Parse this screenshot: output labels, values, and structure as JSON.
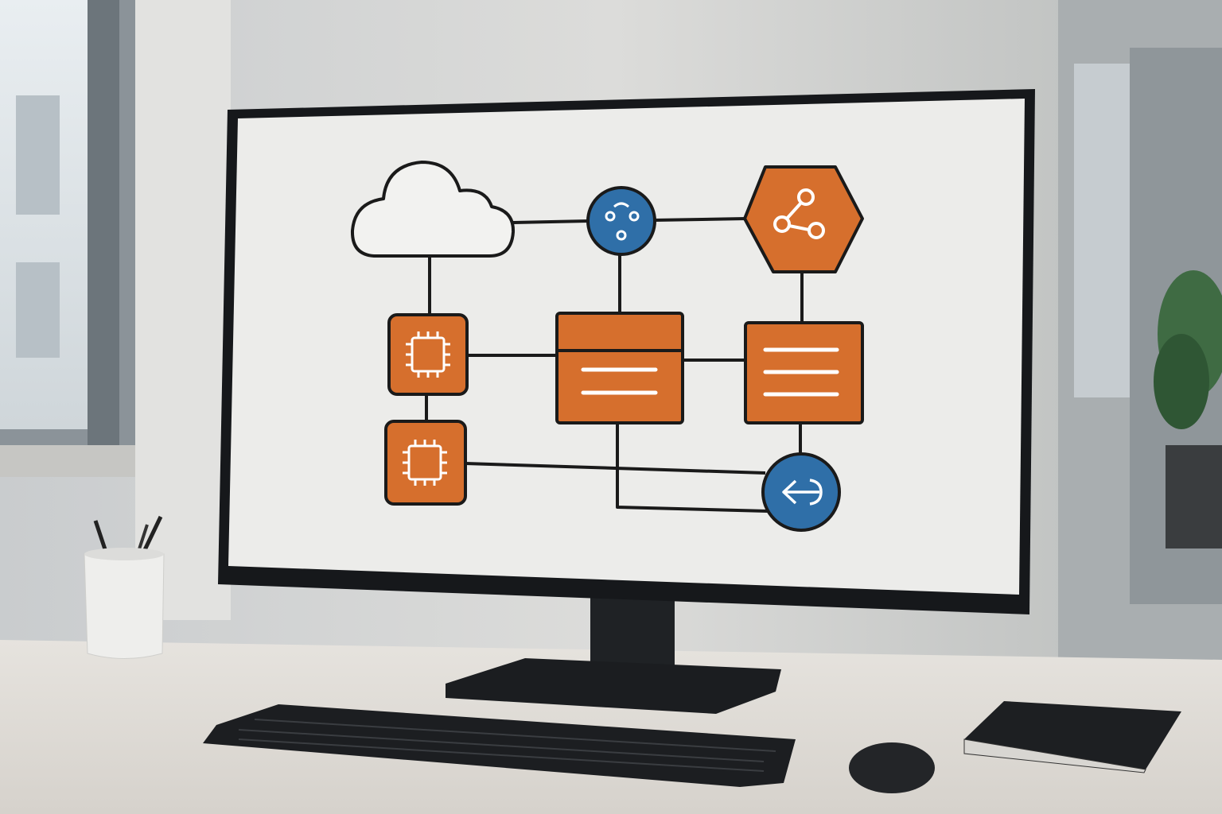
{
  "scene": {
    "description_tags": [
      "desk",
      "monitor",
      "keyboard",
      "mouse",
      "notebook",
      "pen-cup",
      "window",
      "plant"
    ]
  },
  "colors": {
    "wall": "#d6d6d4",
    "desk": "#e4e1dc",
    "bezel": "#16181b",
    "screen": "#ececea",
    "accent_orange": "#d66f2d",
    "accent_blue": "#2f6fa8",
    "stroke": "#1a1a1a"
  },
  "diagram": {
    "nodes": [
      {
        "id": "cloud",
        "icon": "cloud-icon"
      },
      {
        "id": "hub",
        "icon": "network-hub-icon"
      },
      {
        "id": "share",
        "icon": "share-icon"
      },
      {
        "id": "chip-1",
        "icon": "cpu-chip-icon"
      },
      {
        "id": "chip-2",
        "icon": "cpu-chip-icon"
      },
      {
        "id": "panel-center",
        "icon": "list-panel-icon"
      },
      {
        "id": "panel-right",
        "icon": "list-panel-icon"
      },
      {
        "id": "gateway",
        "icon": "exchange-arrow-icon"
      }
    ]
  }
}
